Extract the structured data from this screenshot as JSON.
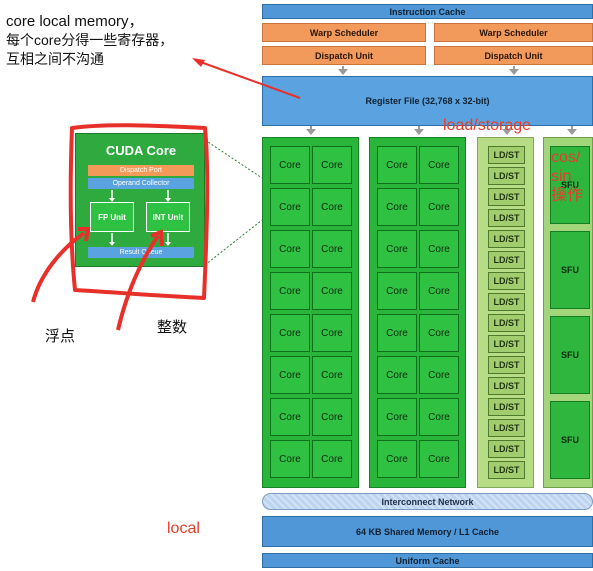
{
  "annotations": {
    "core_memory_line1": "core local memory，",
    "core_memory_line2": "每个core分得一些寄存器，",
    "core_memory_line3": "互相之间不沟通",
    "float_point": "浮点",
    "integer": "整数",
    "load_storage": "load/storage",
    "cos_sin_line1": "cos/",
    "cos_sin_line2": "sin",
    "cos_sin_line3": "操作",
    "local": "local"
  },
  "cuda_core": {
    "title": "CUDA Core",
    "dispatch_port": "Dispatch Port",
    "operand_collector": "Operand Collector",
    "fp_unit": "FP Unit",
    "int_unit": "INT Unit",
    "result_queue": "Result Queue"
  },
  "sm": {
    "instruction_cache": "Instruction Cache",
    "warp_scheduler_1": "Warp Scheduler",
    "warp_scheduler_2": "Warp Scheduler",
    "dispatch_unit_1": "Dispatch Unit",
    "dispatch_unit_2": "Dispatch Unit",
    "register_file": "Register File (32,768 x 32-bit)",
    "core_label": "Core",
    "ldst_label": "LD/ST",
    "sfu_label": "SFU",
    "interconnect": "Interconnect Network",
    "shared_memory": "64 KB Shared Memory / L1 Cache",
    "uniform_cache": "Uniform Cache"
  },
  "colors": {
    "annotation_red": "#e53c2c",
    "sm_blue": "#4f97d7",
    "scheduler_orange": "#f29a5c",
    "core_green": "#2fc142",
    "ldst_green": "#a2cd6e"
  }
}
